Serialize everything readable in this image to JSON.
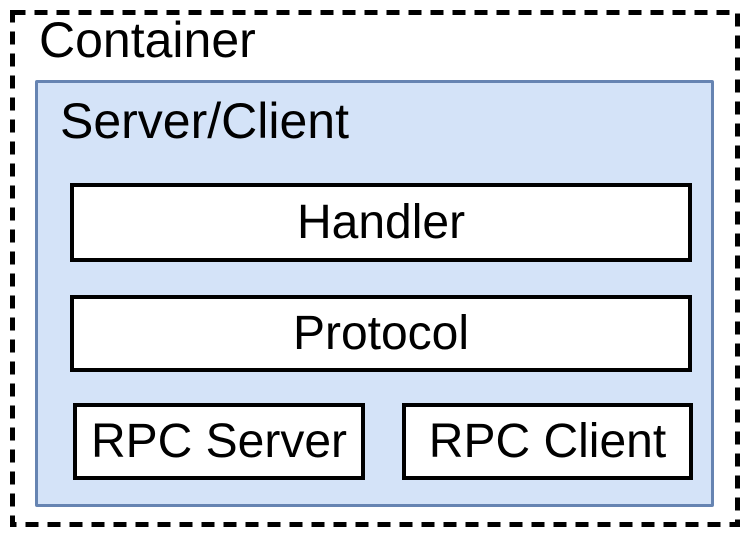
{
  "diagram": {
    "container": {
      "label": "Container"
    },
    "group": {
      "label": "Server/Client"
    },
    "nodes": {
      "handler": {
        "label": "Handler"
      },
      "protocol": {
        "label": "Protocol"
      },
      "rpc_server": {
        "label": "RPC Server"
      },
      "rpc_client": {
        "label": "RPC Client"
      }
    },
    "colors": {
      "container_border": "#000000",
      "group_fill": "#d4e3f8",
      "group_border": "#6684b2",
      "node_fill": "#ffffff",
      "node_border": "#000000",
      "text": "#000000",
      "background": "#ffffff"
    }
  }
}
